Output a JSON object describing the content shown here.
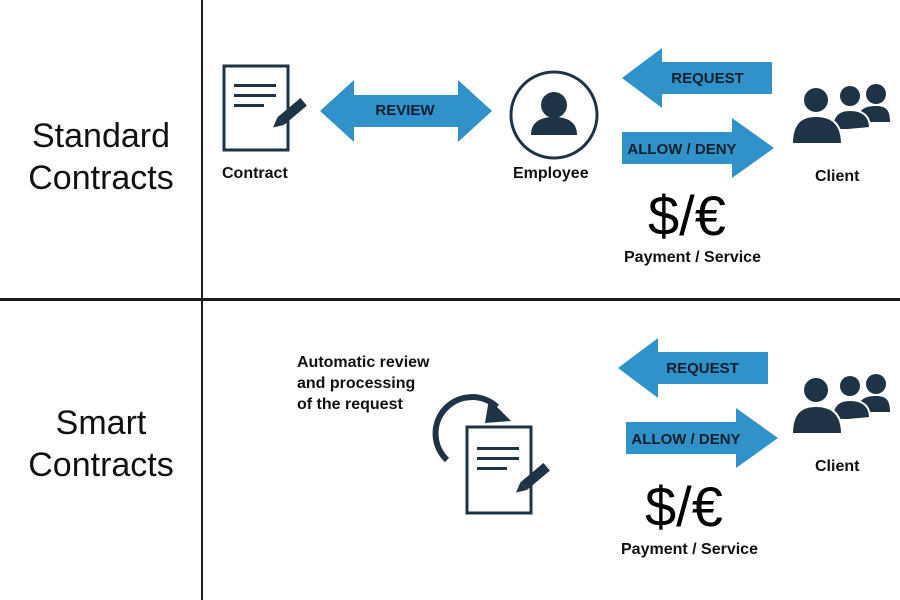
{
  "standard": {
    "title_line1": "Standard",
    "title_line2": "Contracts",
    "contract_label": "Contract",
    "review_label": "REVIEW",
    "employee_label": "Employee",
    "request_label": "REQUEST",
    "allow_deny_label": "ALLOW / DENY",
    "currency": "$/€",
    "payment_label": "Payment / Service",
    "client_label": "Client"
  },
  "smart": {
    "title_line1": "Smart",
    "title_line2": "Contracts",
    "auto_line1": "Automatic review",
    "auto_line2": "and processing",
    "auto_line3": "of the request",
    "request_label": "REQUEST",
    "allow_deny_label": "ALLOW / DENY",
    "currency": "$/€",
    "payment_label": "Payment / Service",
    "client_label": "Client"
  },
  "colors": {
    "arrow": "#3192c9",
    "icon": "#1f3347",
    "divider": "#1a1a1a"
  },
  "icons": {
    "contract": "document-pen-icon",
    "employee": "person-circle-icon",
    "client": "group-of-people-icon",
    "refresh": "circular-arrow-icon"
  }
}
